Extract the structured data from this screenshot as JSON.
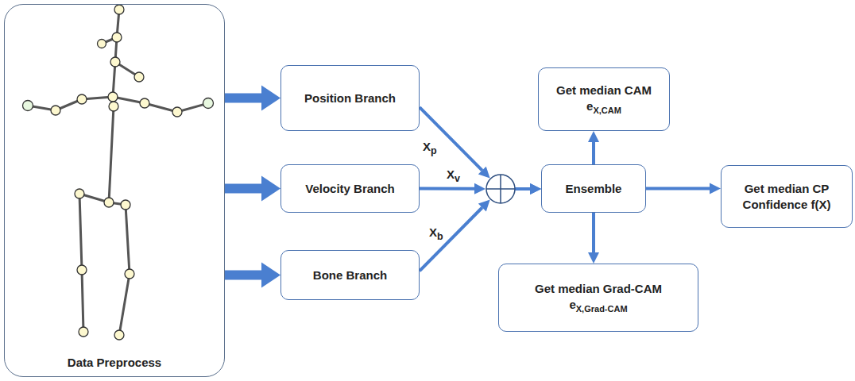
{
  "diagram": {
    "nodes": [
      {
        "text": [
          "Data Preprocess"
        ]
      },
      {
        "text": [
          "Position Branch"
        ]
      },
      {
        "text": [
          "Velocity Branch"
        ]
      },
      {
        "text": [
          "Bone Branch"
        ]
      },
      {
        "text": [
          "Get median CAM",
          "eX,CAM"
        ]
      },
      {
        "text": [
          "Ensemble"
        ]
      },
      {
        "text": [
          "Get median CP Confidence f(X)"
        ]
      },
      {
        "text": [
          "Get median Grad-CAM",
          "eX,Grad-CAM"
        ]
      }
    ],
    "edges": [
      {
        "from": 0,
        "to": 1,
        "arrow": "to"
      },
      {
        "from": 0,
        "to": 2,
        "arrow": "to"
      },
      {
        "from": 0,
        "to": 3,
        "arrow": "to"
      },
      {
        "from": 1,
        "to": 5,
        "label": "Xp",
        "arrow": "to"
      },
      {
        "from": 2,
        "to": 5,
        "label": "Xv",
        "arrow": "to"
      },
      {
        "from": 3,
        "to": 5,
        "label": "Xb",
        "arrow": "to"
      },
      {
        "from": 5,
        "to": 4,
        "arrow": "to"
      },
      {
        "from": 5,
        "to": 7,
        "arrow": "to"
      },
      {
        "from": 5,
        "to": 6,
        "arrow": "to"
      }
    ]
  }
}
